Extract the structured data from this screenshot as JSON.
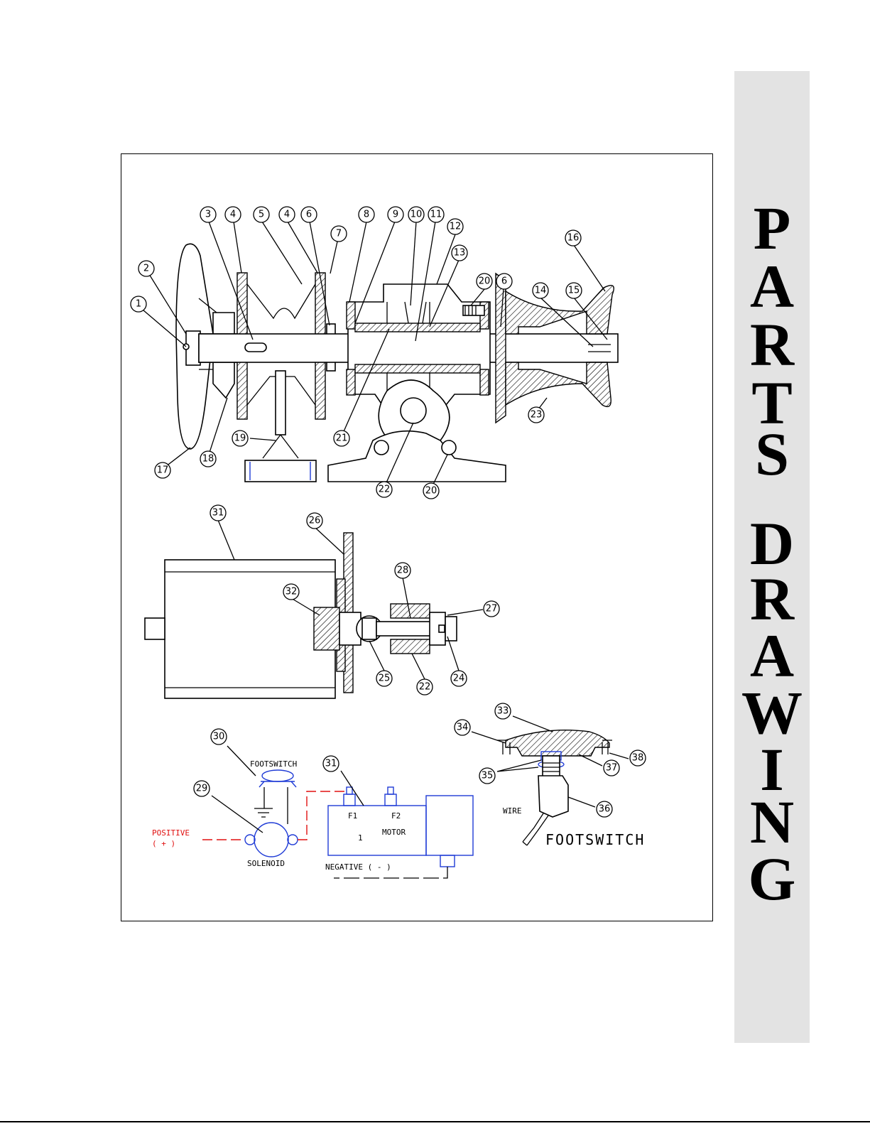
{
  "side_title": [
    "P",
    "A",
    "R",
    "T",
    "S",
    "D",
    "R",
    "A",
    "W",
    "I",
    "N",
    "G"
  ],
  "callouts": [
    "1",
    "2",
    "3",
    "4",
    "5",
    "4",
    "6",
    "7",
    "8",
    "9",
    "10",
    "11",
    "12",
    "13",
    "20",
    "6",
    "14",
    "15",
    "16",
    "17",
    "18",
    "19",
    "21",
    "22",
    "20",
    "23",
    "31",
    "26",
    "28",
    "32",
    "27",
    "25",
    "22",
    "24",
    "33",
    "34",
    "38",
    "37",
    "35",
    "36",
    "30",
    "29",
    "31"
  ],
  "labels": {
    "footswitch_small": "FOOTSWITCH",
    "positive": "POSITIVE",
    "positive_sign": "( + )",
    "solenoid": "SOLENOID",
    "f1": "F1",
    "f2": "F2",
    "motor": "MOTOR",
    "motor_num": "1",
    "negative": "NEGATIVE ( - )",
    "wire": "WIRE",
    "footswitch_big": "FOOTSWITCH"
  },
  "colors": {
    "wiring_blue": "#1f3bd6",
    "positive_red": "#e01010",
    "tab_gray": "#e3e3e3"
  }
}
